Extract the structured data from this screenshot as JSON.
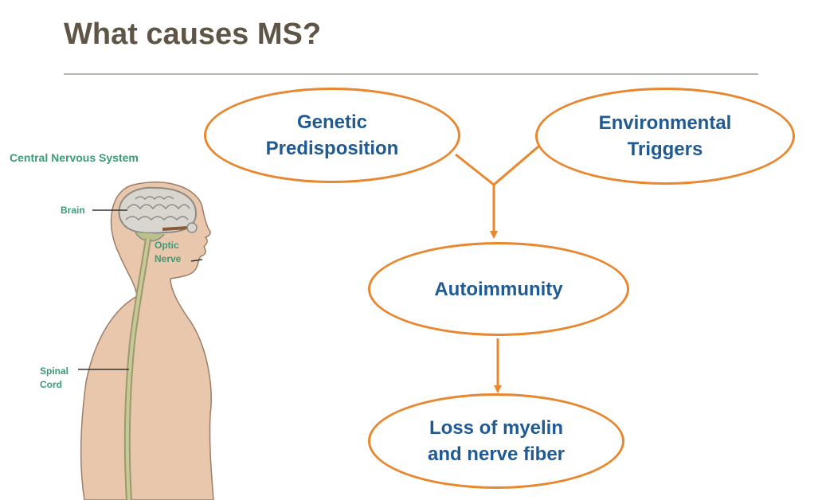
{
  "title": "What causes MS?",
  "figure": {
    "caption": "Central Nervous System",
    "labels": {
      "brain": "Brain",
      "optic": "Optic\nNerve",
      "spinal": "Spinal\nCord"
    }
  },
  "diagram": {
    "nodes": {
      "genetic": "Genetic\nPredisposition",
      "environmental": "Environmental\nTriggers",
      "autoimmunity": "Autoimmunity",
      "loss": "Loss of myelin\nand nerve fiber"
    }
  },
  "colors": {
    "accent": "#e8872e",
    "node_text": "#1f5a93",
    "title": "#5e5546",
    "label": "#3d9a76",
    "skin": "#e9c7ad"
  }
}
